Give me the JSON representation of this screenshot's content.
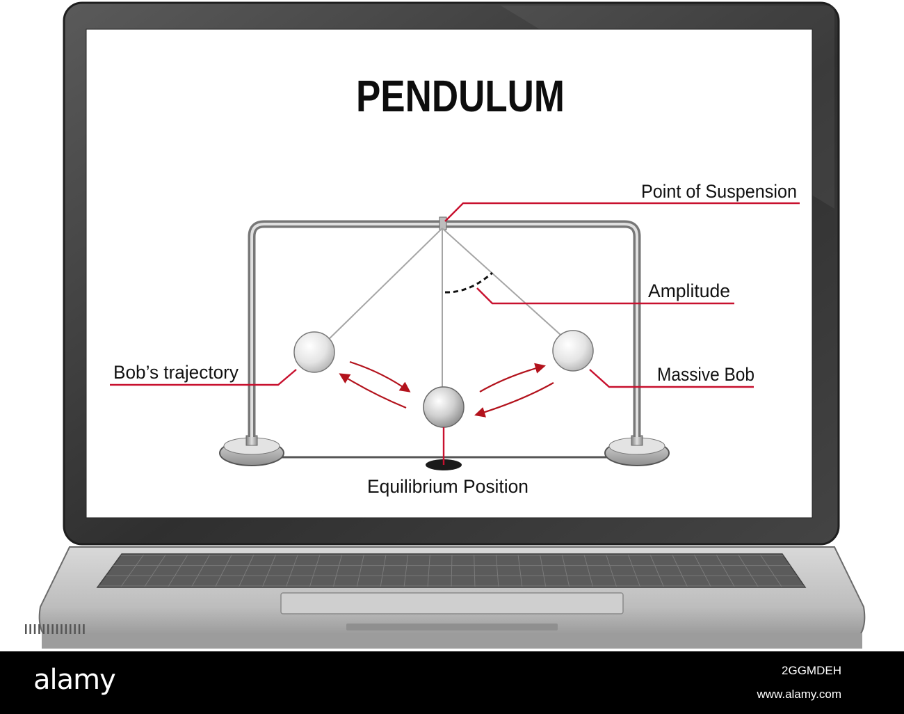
{
  "diagram": {
    "title": "PENDULUM",
    "labels": {
      "point_of_suspension": "Point of Suspension",
      "amplitude": "Amplitude",
      "bobs_trajectory": "Bob’s trajectory",
      "massive_bob": "Massive Bob",
      "equilibrium_position": "Equilibrium Position"
    },
    "colors": {
      "leader_line": "#c8102e",
      "arrow": "#b3121c",
      "amplitude_arc": "#111111",
      "frame_metal": "#9a9a9a"
    }
  },
  "watermark": {
    "logo": "alamy",
    "image_id": "2GGMDEH",
    "site": "www.alamy.com"
  }
}
